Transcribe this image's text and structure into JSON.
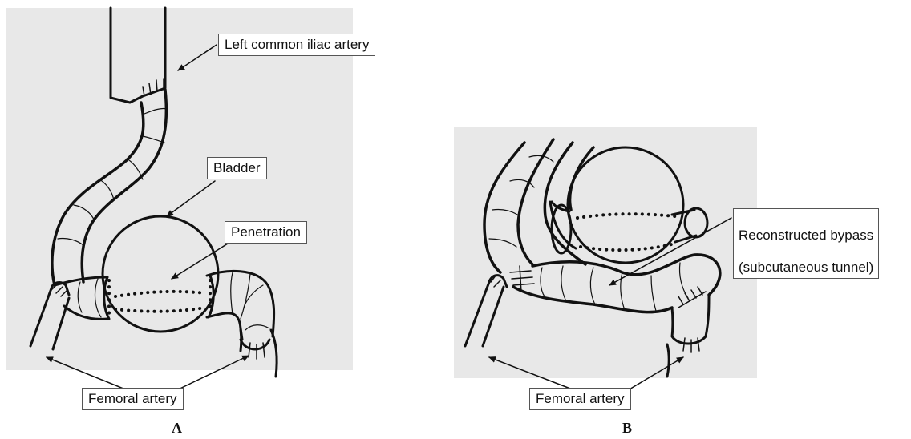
{
  "panel_a": {
    "letter": "A",
    "labels": {
      "iliac": "Left common iliac artery",
      "bladder": "Bladder",
      "penetration": "Penetration",
      "femoral": "Femoral artery"
    }
  },
  "panel_b": {
    "letter": "B",
    "labels": {
      "bypass_line1": "Reconstructed bypass",
      "bypass_line2": "(subcutaneous tunnel)",
      "femoral": "Femoral artery"
    }
  },
  "colors": {
    "panel_background": "#e8e8e8",
    "ink": "#111111"
  }
}
